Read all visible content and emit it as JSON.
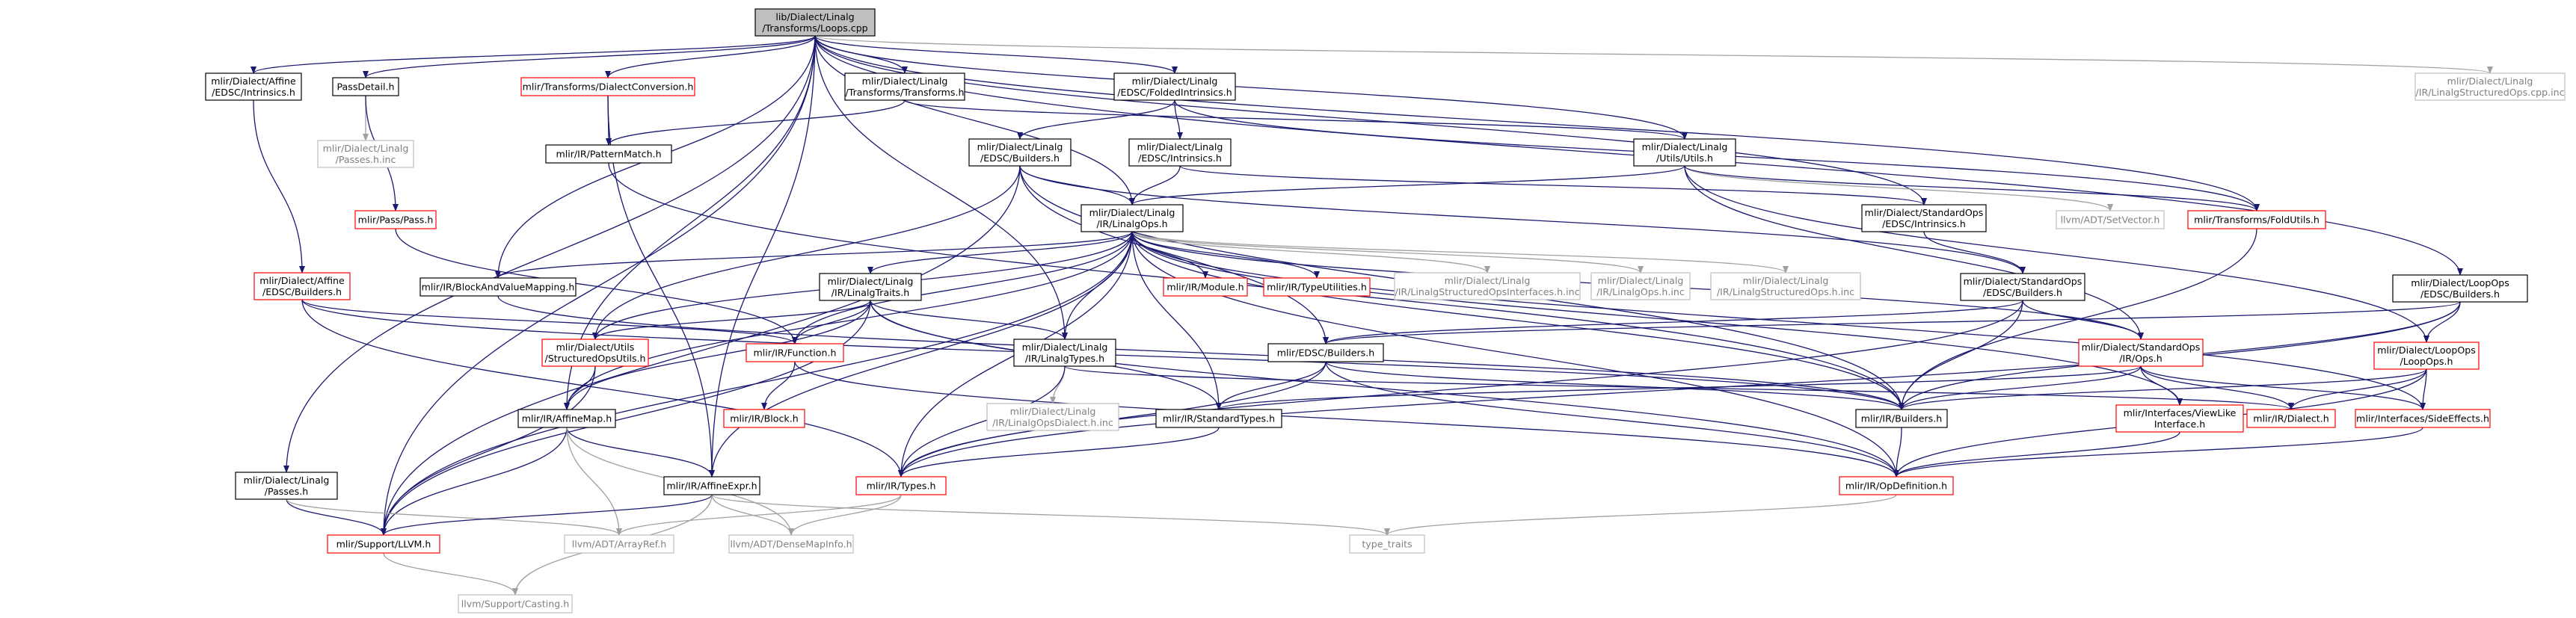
{
  "colors": {
    "edge": "#191970",
    "edge_light": "#a0a0a0",
    "edge_hi": "#ff0000",
    "root_fill": "#bfbfbf",
    "node_border": "#000000",
    "red_border": "#ff0000",
    "gray_border": "#bfbfbf",
    "gray_text": "#808080"
  },
  "nodes": [
    {
      "id": "root",
      "lines": [
        "lib/Dialect/Linalg",
        "/Transforms/Loops.cpp"
      ],
      "style": "root"
    },
    {
      "id": "affine_intrinsics",
      "lines": [
        "mlir/Dialect/Affine",
        "/EDSC/Intrinsics.h"
      ],
      "style": "black"
    },
    {
      "id": "pass_detail",
      "lines": [
        "PassDetail.h"
      ],
      "style": "black"
    },
    {
      "id": "dialect_conversion",
      "lines": [
        "mlir/Transforms/DialectConversion.h"
      ],
      "style": "red"
    },
    {
      "id": "linalg_transforms",
      "lines": [
        "mlir/Dialect/Linalg",
        "/Transforms/Transforms.h"
      ],
      "style": "black"
    },
    {
      "id": "folded_intrinsics",
      "lines": [
        "mlir/Dialect/Linalg",
        "/EDSC/FoldedIntrinsics.h"
      ],
      "style": "black"
    },
    {
      "id": "structured_ops_inc",
      "lines": [
        "mlir/Dialect/Linalg",
        "/IR/LinalgStructuredOps.cpp.inc"
      ],
      "style": "gray"
    },
    {
      "id": "passes_inc",
      "lines": [
        "mlir/Dialect/Linalg",
        "/Passes.h.inc"
      ],
      "style": "gray"
    },
    {
      "id": "pattern_match",
      "lines": [
        "mlir/IR/PatternMatch.h"
      ],
      "style": "black"
    },
    {
      "id": "edsc_builders_linalg",
      "lines": [
        "mlir/Dialect/Linalg",
        "/EDSC/Builders.h"
      ],
      "style": "black"
    },
    {
      "id": "edsc_intrinsics_linalg",
      "lines": [
        "mlir/Dialect/Linalg",
        "/EDSC/Intrinsics.h"
      ],
      "style": "black"
    },
    {
      "id": "linalg_utils",
      "lines": [
        "mlir/Dialect/Linalg",
        "/Utils/Utils.h"
      ],
      "style": "black"
    },
    {
      "id": "loopops_builders",
      "lines": [
        "mlir/Dialect/LoopOps",
        "/EDSC/Builders.h"
      ],
      "style": "black"
    },
    {
      "id": "pass_h",
      "lines": [
        "mlir/Pass/Pass.h"
      ],
      "style": "red"
    },
    {
      "id": "linalg_ops",
      "lines": [
        "mlir/Dialect/Linalg",
        "/IR/LinalgOps.h"
      ],
      "style": "black"
    },
    {
      "id": "stdops_intrinsics",
      "lines": [
        "mlir/Dialect/StandardOps",
        "/EDSC/Intrinsics.h"
      ],
      "style": "black"
    },
    {
      "id": "smallvector",
      "lines": [
        "llvm/ADT/SetVector.h"
      ],
      "style": "gray"
    },
    {
      "id": "fold_utils",
      "lines": [
        "mlir/Transforms/FoldUtils.h"
      ],
      "style": "red"
    },
    {
      "id": "affine_builders",
      "lines": [
        "mlir/Dialect/Affine",
        "/EDSC/Builders.h"
      ],
      "style": "red"
    },
    {
      "id": "block_value_mapping",
      "lines": [
        "mlir/IR/BlockAndValueMapping.h"
      ],
      "style": "black"
    },
    {
      "id": "linalg_traits",
      "lines": [
        "mlir/Dialect/Linalg",
        "/IR/LinalgTraits.h"
      ],
      "style": "black"
    },
    {
      "id": "module_h",
      "lines": [
        "mlir/IR/Module.h"
      ],
      "style": "red"
    },
    {
      "id": "type_utilities",
      "lines": [
        "mlir/IR/TypeUtilities.h"
      ],
      "style": "red"
    },
    {
      "id": "structured_ops_interfaces_inc",
      "lines": [
        "mlir/Dialect/Linalg",
        "/IR/LinalgStructuredOpsInterfaces.h.inc"
      ],
      "style": "gray"
    },
    {
      "id": "linalg_ops_inc",
      "lines": [
        "mlir/Dialect/Linalg",
        "/IR/LinalgOps.h.inc"
      ],
      "style": "gray"
    },
    {
      "id": "linalg_structured_ops_inc",
      "lines": [
        "mlir/Dialect/Linalg",
        "/IR/LinalgStructuredOps.h.inc"
      ],
      "style": "gray"
    },
    {
      "id": "stdops_builders",
      "lines": [
        "mlir/Dialect/StandardOps",
        "/EDSC/Builders.h"
      ],
      "style": "black"
    },
    {
      "id": "loopops_ops",
      "lines": [
        "mlir/Dialect/LoopOps",
        "/LoopOps.h"
      ],
      "style": "red"
    },
    {
      "id": "structured_ops_utils",
      "lines": [
        "mlir/Dialect/Utils",
        "/StructuredOpsUtils.h"
      ],
      "style": "red"
    },
    {
      "id": "function_h",
      "lines": [
        "mlir/IR/Function.h"
      ],
      "style": "red"
    },
    {
      "id": "linalg_types",
      "lines": [
        "mlir/Dialect/Linalg",
        "/IR/LinalgTypes.h"
      ],
      "style": "black"
    },
    {
      "id": "edsc_builders",
      "lines": [
        "mlir/EDSC/Builders.h"
      ],
      "style": "black"
    },
    {
      "id": "stdops_ops",
      "lines": [
        "mlir/Dialect/StandardOps",
        "/IR/Ops.h"
      ],
      "style": "red"
    },
    {
      "id": "affine_map",
      "lines": [
        "mlir/IR/AffineMap.h"
      ],
      "style": "black"
    },
    {
      "id": "block_h",
      "lines": [
        "mlir/IR/Block.h"
      ],
      "style": "red"
    },
    {
      "id": "linalg_ops_dialect_inc",
      "lines": [
        "mlir/Dialect/Linalg",
        "/IR/LinalgOpsDialect.h.inc"
      ],
      "style": "gray"
    },
    {
      "id": "standard_types",
      "lines": [
        "mlir/IR/StandardTypes.h"
      ],
      "style": "black"
    },
    {
      "id": "ir_builders",
      "lines": [
        "mlir/IR/Builders.h"
      ],
      "style": "black"
    },
    {
      "id": "view_like_interface",
      "lines": [
        "mlir/Interfaces/ViewLike",
        "Interface.h"
      ],
      "style": "red"
    },
    {
      "id": "ir_dialect",
      "lines": [
        "mlir/IR/Dialect.h"
      ],
      "style": "red"
    },
    {
      "id": "side_effects",
      "lines": [
        "mlir/Interfaces/SideEffects.h"
      ],
      "style": "red"
    },
    {
      "id": "linalg_passes",
      "lines": [
        "mlir/Dialect/Linalg",
        "/Passes.h"
      ],
      "style": "black"
    },
    {
      "id": "affine_expr",
      "lines": [
        "mlir/IR/AffineExpr.h"
      ],
      "style": "black"
    },
    {
      "id": "ir_types",
      "lines": [
        "mlir/IR/Types.h"
      ],
      "style": "red"
    },
    {
      "id": "op_definition",
      "lines": [
        "mlir/IR/OpDefinition.h"
      ],
      "style": "red"
    },
    {
      "id": "support_llvm",
      "lines": [
        "mlir/Support/LLVM.h"
      ],
      "style": "red"
    },
    {
      "id": "array_ref",
      "lines": [
        "llvm/ADT/ArrayRef.h"
      ],
      "style": "gray"
    },
    {
      "id": "dense_map_info",
      "lines": [
        "llvm/ADT/DenseMapInfo.h"
      ],
      "style": "gray"
    },
    {
      "id": "type_traits",
      "lines": [
        "type_traits"
      ],
      "style": "gray"
    },
    {
      "id": "casting",
      "lines": [
        "llvm/Support/Casting.h"
      ],
      "style": "gray"
    }
  ],
  "edges": [
    [
      "root",
      "affine_intrinsics"
    ],
    [
      "root",
      "pass_detail"
    ],
    [
      "root",
      "dialect_conversion"
    ],
    [
      "root",
      "linalg_transforms"
    ],
    [
      "root",
      "folded_intrinsics"
    ],
    [
      "root",
      "structured_ops_inc"
    ],
    [
      "root",
      "linalg_utils"
    ],
    [
      "root",
      "loopops_builders"
    ],
    [
      "root",
      "linalg_ops"
    ],
    [
      "root",
      "linalg_types"
    ],
    [
      "root",
      "block_value_mapping"
    ],
    [
      "root",
      "fold_utils"
    ],
    [
      "root",
      "affine_map"
    ],
    [
      "root",
      "support_llvm"
    ],
    [
      "root",
      "linalg_passes"
    ],
    [
      "root",
      "stdops_intrinsics"
    ],
    [
      "root",
      "affine_expr"
    ],
    [
      "affine_intrinsics",
      "affine_builders"
    ],
    [
      "pass_detail",
      "passes_inc"
    ],
    [
      "pass_detail",
      "pass_h"
    ],
    [
      "dialect_conversion",
      "pattern_match"
    ],
    [
      "dialect_conversion",
      "affine_expr"
    ],
    [
      "linalg_transforms",
      "pattern_match"
    ],
    [
      "linalg_transforms",
      "linalg_utils"
    ],
    [
      "folded_intrinsics",
      "edsc_builders_linalg"
    ],
    [
      "folded_intrinsics",
      "edsc_intrinsics_linalg"
    ],
    [
      "folded_intrinsics",
      "fold_utils"
    ],
    [
      "pattern_match",
      "ir_builders"
    ],
    [
      "edsc_builders_linalg",
      "linalg_ops"
    ],
    [
      "edsc_builders_linalg",
      "edsc_builders"
    ],
    [
      "edsc_builders_linalg",
      "structured_ops_utils"
    ],
    [
      "edsc_builders_linalg",
      "ir_builders"
    ],
    [
      "edsc_builders_linalg",
      "support_llvm"
    ],
    [
      "edsc_builders_linalg",
      "stdops_builders"
    ],
    [
      "edsc_intrinsics_linalg",
      "linalg_ops"
    ],
    [
      "edsc_intrinsics_linalg",
      "stdops_intrinsics"
    ],
    [
      "linalg_utils",
      "linalg_ops"
    ],
    [
      "linalg_utils",
      "smallvector"
    ],
    [
      "linalg_utils",
      "fold_utils"
    ],
    [
      "linalg_utils",
      "stdops_ops"
    ],
    [
      "linalg_utils",
      "loopops_ops"
    ],
    [
      "loopops_builders",
      "edsc_builders"
    ],
    [
      "loopops_builders",
      "loopops_ops"
    ],
    [
      "loopops_builders",
      "ir_builders"
    ],
    [
      "loopops_builders",
      "ir_types"
    ],
    [
      "pass_h",
      "function_h"
    ],
    [
      "linalg_ops",
      "block_value_mapping"
    ],
    [
      "linalg_ops",
      "linalg_traits"
    ],
    [
      "linalg_ops",
      "module_h"
    ],
    [
      "linalg_ops",
      "type_utilities"
    ],
    [
      "linalg_ops",
      "structured_ops_interfaces_inc"
    ],
    [
      "linalg_ops",
      "linalg_ops_inc"
    ],
    [
      "linalg_ops",
      "linalg_structured_ops_inc"
    ],
    [
      "linalg_ops",
      "structured_ops_utils"
    ],
    [
      "linalg_ops",
      "function_h"
    ],
    [
      "linalg_ops",
      "linalg_types"
    ],
    [
      "linalg_ops",
      "affine_map"
    ],
    [
      "linalg_ops",
      "standard_types"
    ],
    [
      "linalg_ops",
      "ir_builders"
    ],
    [
      "linalg_ops",
      "view_like_interface"
    ],
    [
      "linalg_ops",
      "stdops_ops"
    ],
    [
      "linalg_ops",
      "op_definition"
    ],
    [
      "linalg_ops",
      "ir_types"
    ],
    [
      "linalg_ops",
      "affine_expr"
    ],
    [
      "linalg_ops",
      "side_effects"
    ],
    [
      "linalg_ops",
      "support_llvm"
    ],
    [
      "stdops_intrinsics",
      "stdops_builders"
    ],
    [
      "fold_utils",
      "ir_builders"
    ],
    [
      "affine_builders",
      "function_h"
    ],
    [
      "affine_builders",
      "ir_types"
    ],
    [
      "affine_builders",
      "ir_builders"
    ],
    [
      "block_value_mapping",
      "ir_builders"
    ],
    [
      "linalg_traits",
      "structured_ops_utils"
    ],
    [
      "linalg_traits",
      "function_h"
    ],
    [
      "linalg_traits",
      "linalg_types"
    ],
    [
      "linalg_traits",
      "affine_map"
    ],
    [
      "linalg_traits",
      "standard_types"
    ],
    [
      "linalg_traits",
      "op_definition"
    ],
    [
      "linalg_traits",
      "support_llvm"
    ],
    [
      "stdops_builders",
      "edsc_builders"
    ],
    [
      "stdops_builders",
      "stdops_ops"
    ],
    [
      "stdops_builders",
      "ir_builders"
    ],
    [
      "stdops_builders",
      "ir_types"
    ],
    [
      "loopops_ops",
      "ir_builders"
    ],
    [
      "loopops_ops",
      "ir_dialect"
    ],
    [
      "loopops_ops",
      "side_effects"
    ],
    [
      "loopops_ops",
      "op_definition"
    ],
    [
      "structured_ops_utils",
      "affine_map"
    ],
    [
      "structured_ops_utils",
      "support_llvm"
    ],
    [
      "function_h",
      "block_h"
    ],
    [
      "function_h",
      "op_definition"
    ],
    [
      "linalg_types",
      "linalg_ops_dialect_inc"
    ],
    [
      "linalg_types",
      "ir_dialect"
    ],
    [
      "linalg_types",
      "ir_types"
    ],
    [
      "edsc_builders",
      "ir_builders"
    ],
    [
      "edsc_builders",
      "standard_types"
    ],
    [
      "edsc_builders",
      "ir_types"
    ],
    [
      "edsc_builders",
      "op_definition"
    ],
    [
      "stdops_ops",
      "ir_builders"
    ],
    [
      "stdops_ops",
      "standard_types"
    ],
    [
      "stdops_ops",
      "view_like_interface"
    ],
    [
      "stdops_ops",
      "ir_dialect"
    ],
    [
      "stdops_ops",
      "side_effects"
    ],
    [
      "affine_map",
      "affine_expr"
    ],
    [
      "affine_map",
      "support_llvm"
    ],
    [
      "affine_map",
      "array_ref"
    ],
    [
      "affine_map",
      "dense_map_info"
    ],
    [
      "standard_types",
      "ir_types"
    ],
    [
      "ir_builders",
      "op_definition"
    ],
    [
      "view_like_interface",
      "op_definition"
    ],
    [
      "side_effects",
      "op_definition"
    ],
    [
      "linalg_passes",
      "support_llvm"
    ],
    [
      "linalg_passes",
      "array_ref"
    ],
    [
      "affine_expr",
      "support_llvm"
    ],
    [
      "affine_expr",
      "dense_map_info"
    ],
    [
      "affine_expr",
      "casting"
    ],
    [
      "affine_expr",
      "type_traits"
    ],
    [
      "ir_types",
      "dense_map_info"
    ],
    [
      "ir_types",
      "array_ref"
    ],
    [
      "op_definition",
      "type_traits"
    ],
    [
      "support_llvm",
      "casting"
    ]
  ]
}
